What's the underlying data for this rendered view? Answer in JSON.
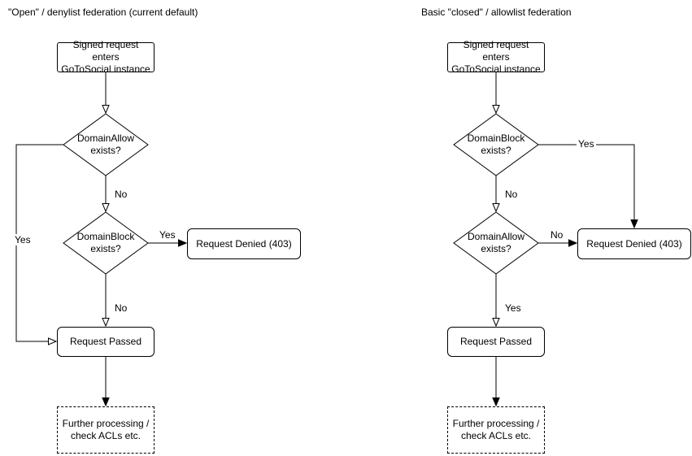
{
  "left": {
    "title": "\"Open\" / denylist federation (current default)",
    "nodes": {
      "start": "Signed request enters\nGoToSocial instance",
      "decision1": "DomainAllow\nexists?",
      "decision2": "DomainBlock\nexists?",
      "denied": "Request Denied (403)",
      "passed": "Request Passed",
      "further": "Further processing /\ncheck ACLs etc."
    },
    "edge_labels": {
      "d1_no": "No",
      "d1_yes": "Yes",
      "d2_yes": "Yes",
      "d2_no": "No"
    }
  },
  "right": {
    "title": "Basic \"closed\" / allowlist federation",
    "nodes": {
      "start": "Signed request enters\nGoToSocial instance",
      "decision1": "DomainBlock\nexists?",
      "decision2": "DomainAllow\nexists?",
      "denied": "Request Denied (403)",
      "passed": "Request Passed",
      "further": "Further processing /\ncheck ACLs etc."
    },
    "edge_labels": {
      "d1_yes": "Yes",
      "d1_no": "No",
      "d2_no": "No",
      "d2_yes": "Yes"
    }
  },
  "colors": {
    "background": "#ffffff",
    "stroke": "#000000",
    "text": "#000000"
  }
}
